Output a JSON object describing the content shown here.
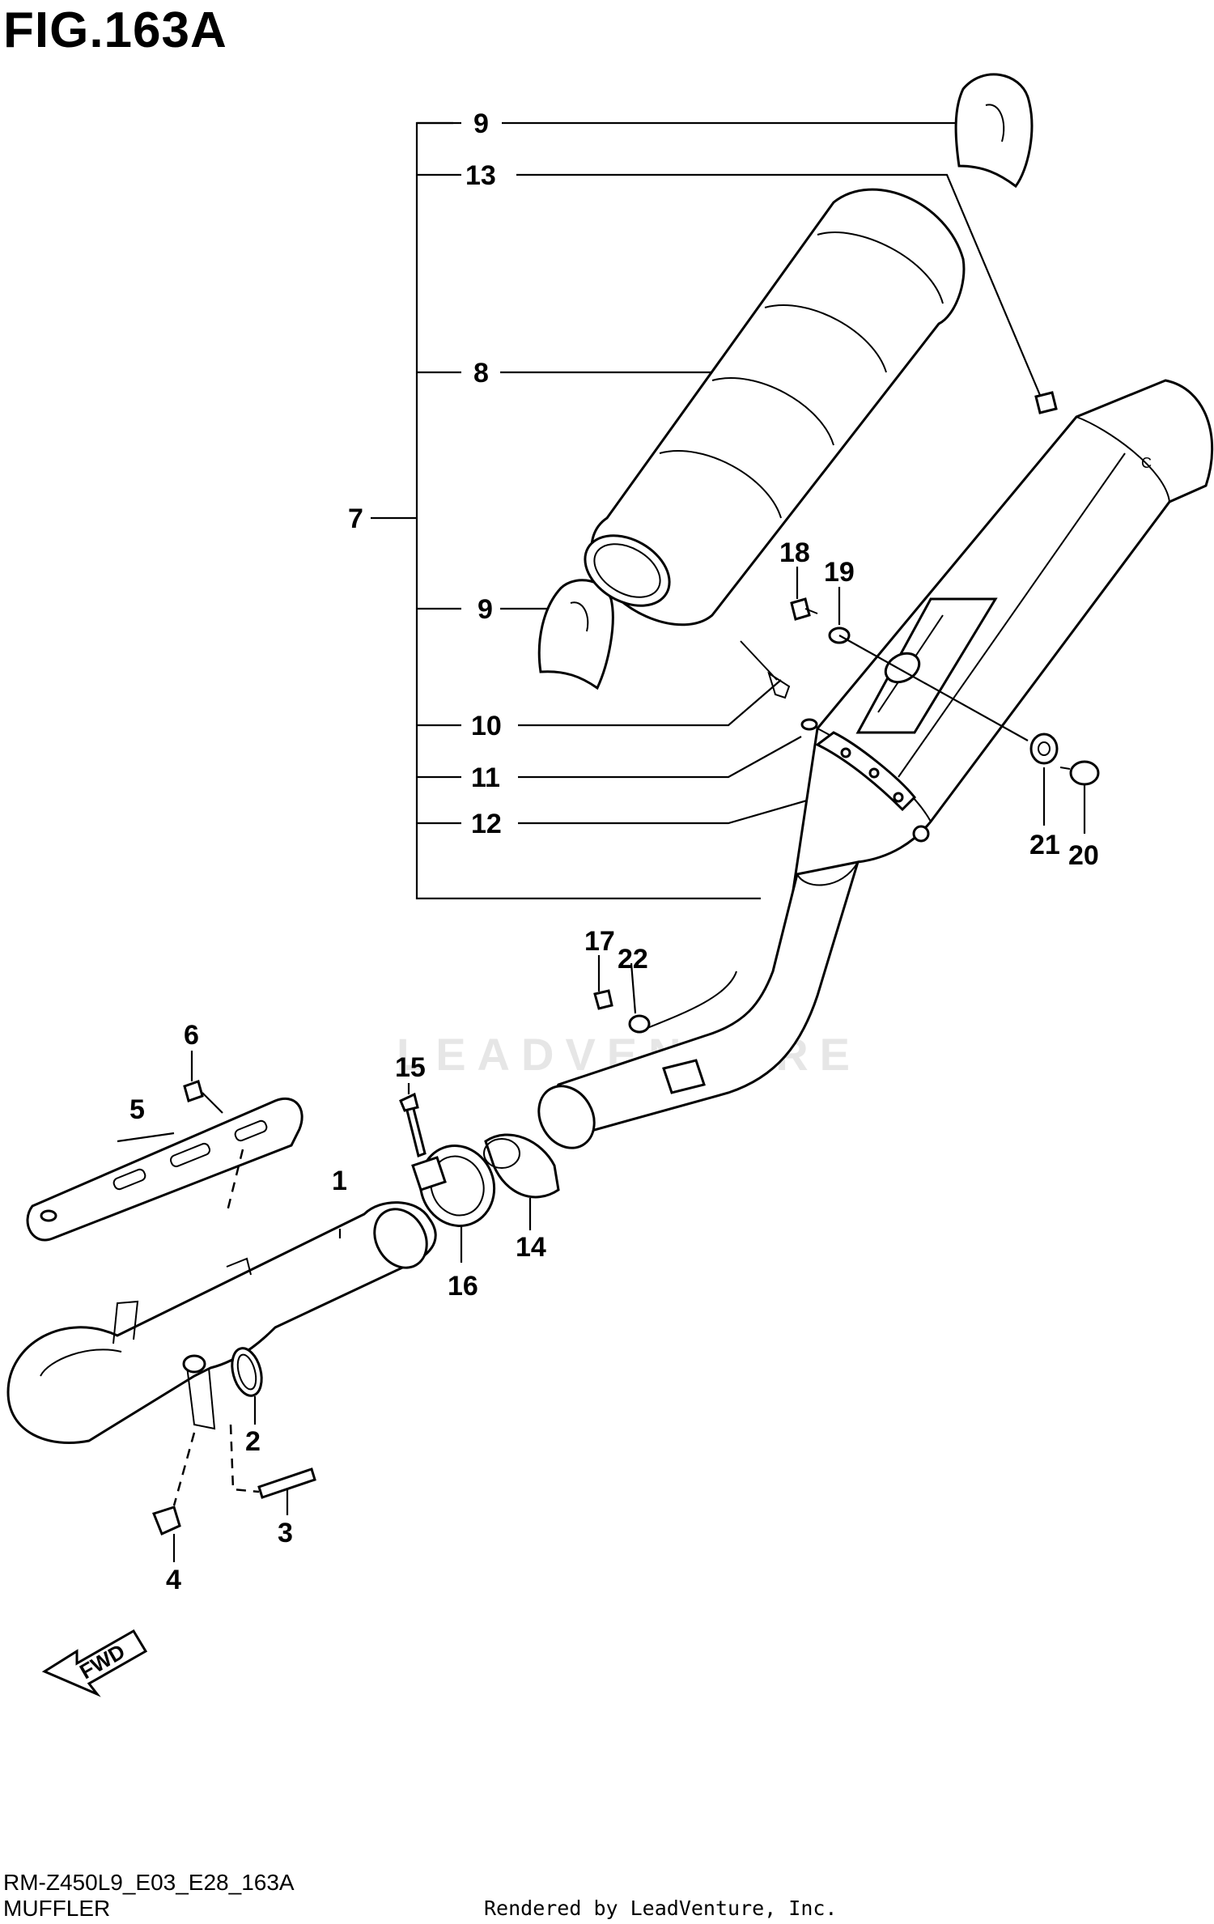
{
  "figure": {
    "title": "FIG.163A"
  },
  "watermark": "LEADVENTURE",
  "callouts": {
    "c1": "1",
    "c2": "2",
    "c3": "3",
    "c4": "4",
    "c5": "5",
    "c6": "6",
    "c7": "7",
    "c8": "8",
    "c9a": "9",
    "c9b": "9",
    "c10": "10",
    "c11": "11",
    "c12": "12",
    "c13": "13",
    "c14": "14",
    "c15": "15",
    "c16": "16",
    "c17": "17",
    "c18": "18",
    "c19": "19",
    "c20": "20",
    "c21": "21",
    "c22": "22"
  },
  "fwd_arrow": {
    "label": "FWD"
  },
  "footer": {
    "code": "RM-Z450L9_E03_E28_163A",
    "name": "MUFFLER",
    "credit": "Rendered by LeadVenture, Inc."
  }
}
